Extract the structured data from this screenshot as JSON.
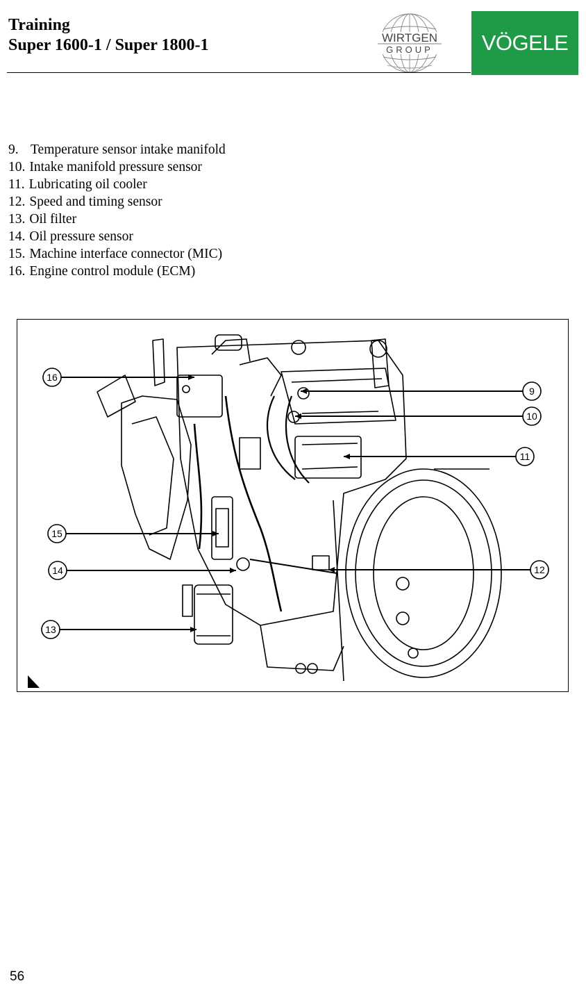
{
  "header": {
    "title_line1": "Training",
    "title_line2": "Super 1600-1 / Super 1800-1",
    "wirtgen_logo": {
      "line1": "WIRTGEN",
      "line2": "GROUP"
    },
    "voegele_logo": "VÖGELE",
    "brand_green": "#1f9a47"
  },
  "legend": [
    {
      "num": "9.",
      "text": "Temperature sensor intake manifold"
    },
    {
      "num": "10.",
      "text": "Intake manifold pressure sensor"
    },
    {
      "num": "11.",
      "text": "Lubricating oil cooler"
    },
    {
      "num": "12.",
      "text": "Speed and timing sensor"
    },
    {
      "num": "13.",
      "text": "Oil filter"
    },
    {
      "num": "14.",
      "text": "Oil pressure sensor"
    },
    {
      "num": "15.",
      "text": "Machine interface connector (MIC)"
    },
    {
      "num": "16.",
      "text": "Engine control module (ECM)"
    }
  ],
  "figure": {
    "callouts": [
      "16",
      "9",
      "10",
      "11",
      "15",
      "14",
      "12",
      "13"
    ]
  },
  "page_number": "56"
}
